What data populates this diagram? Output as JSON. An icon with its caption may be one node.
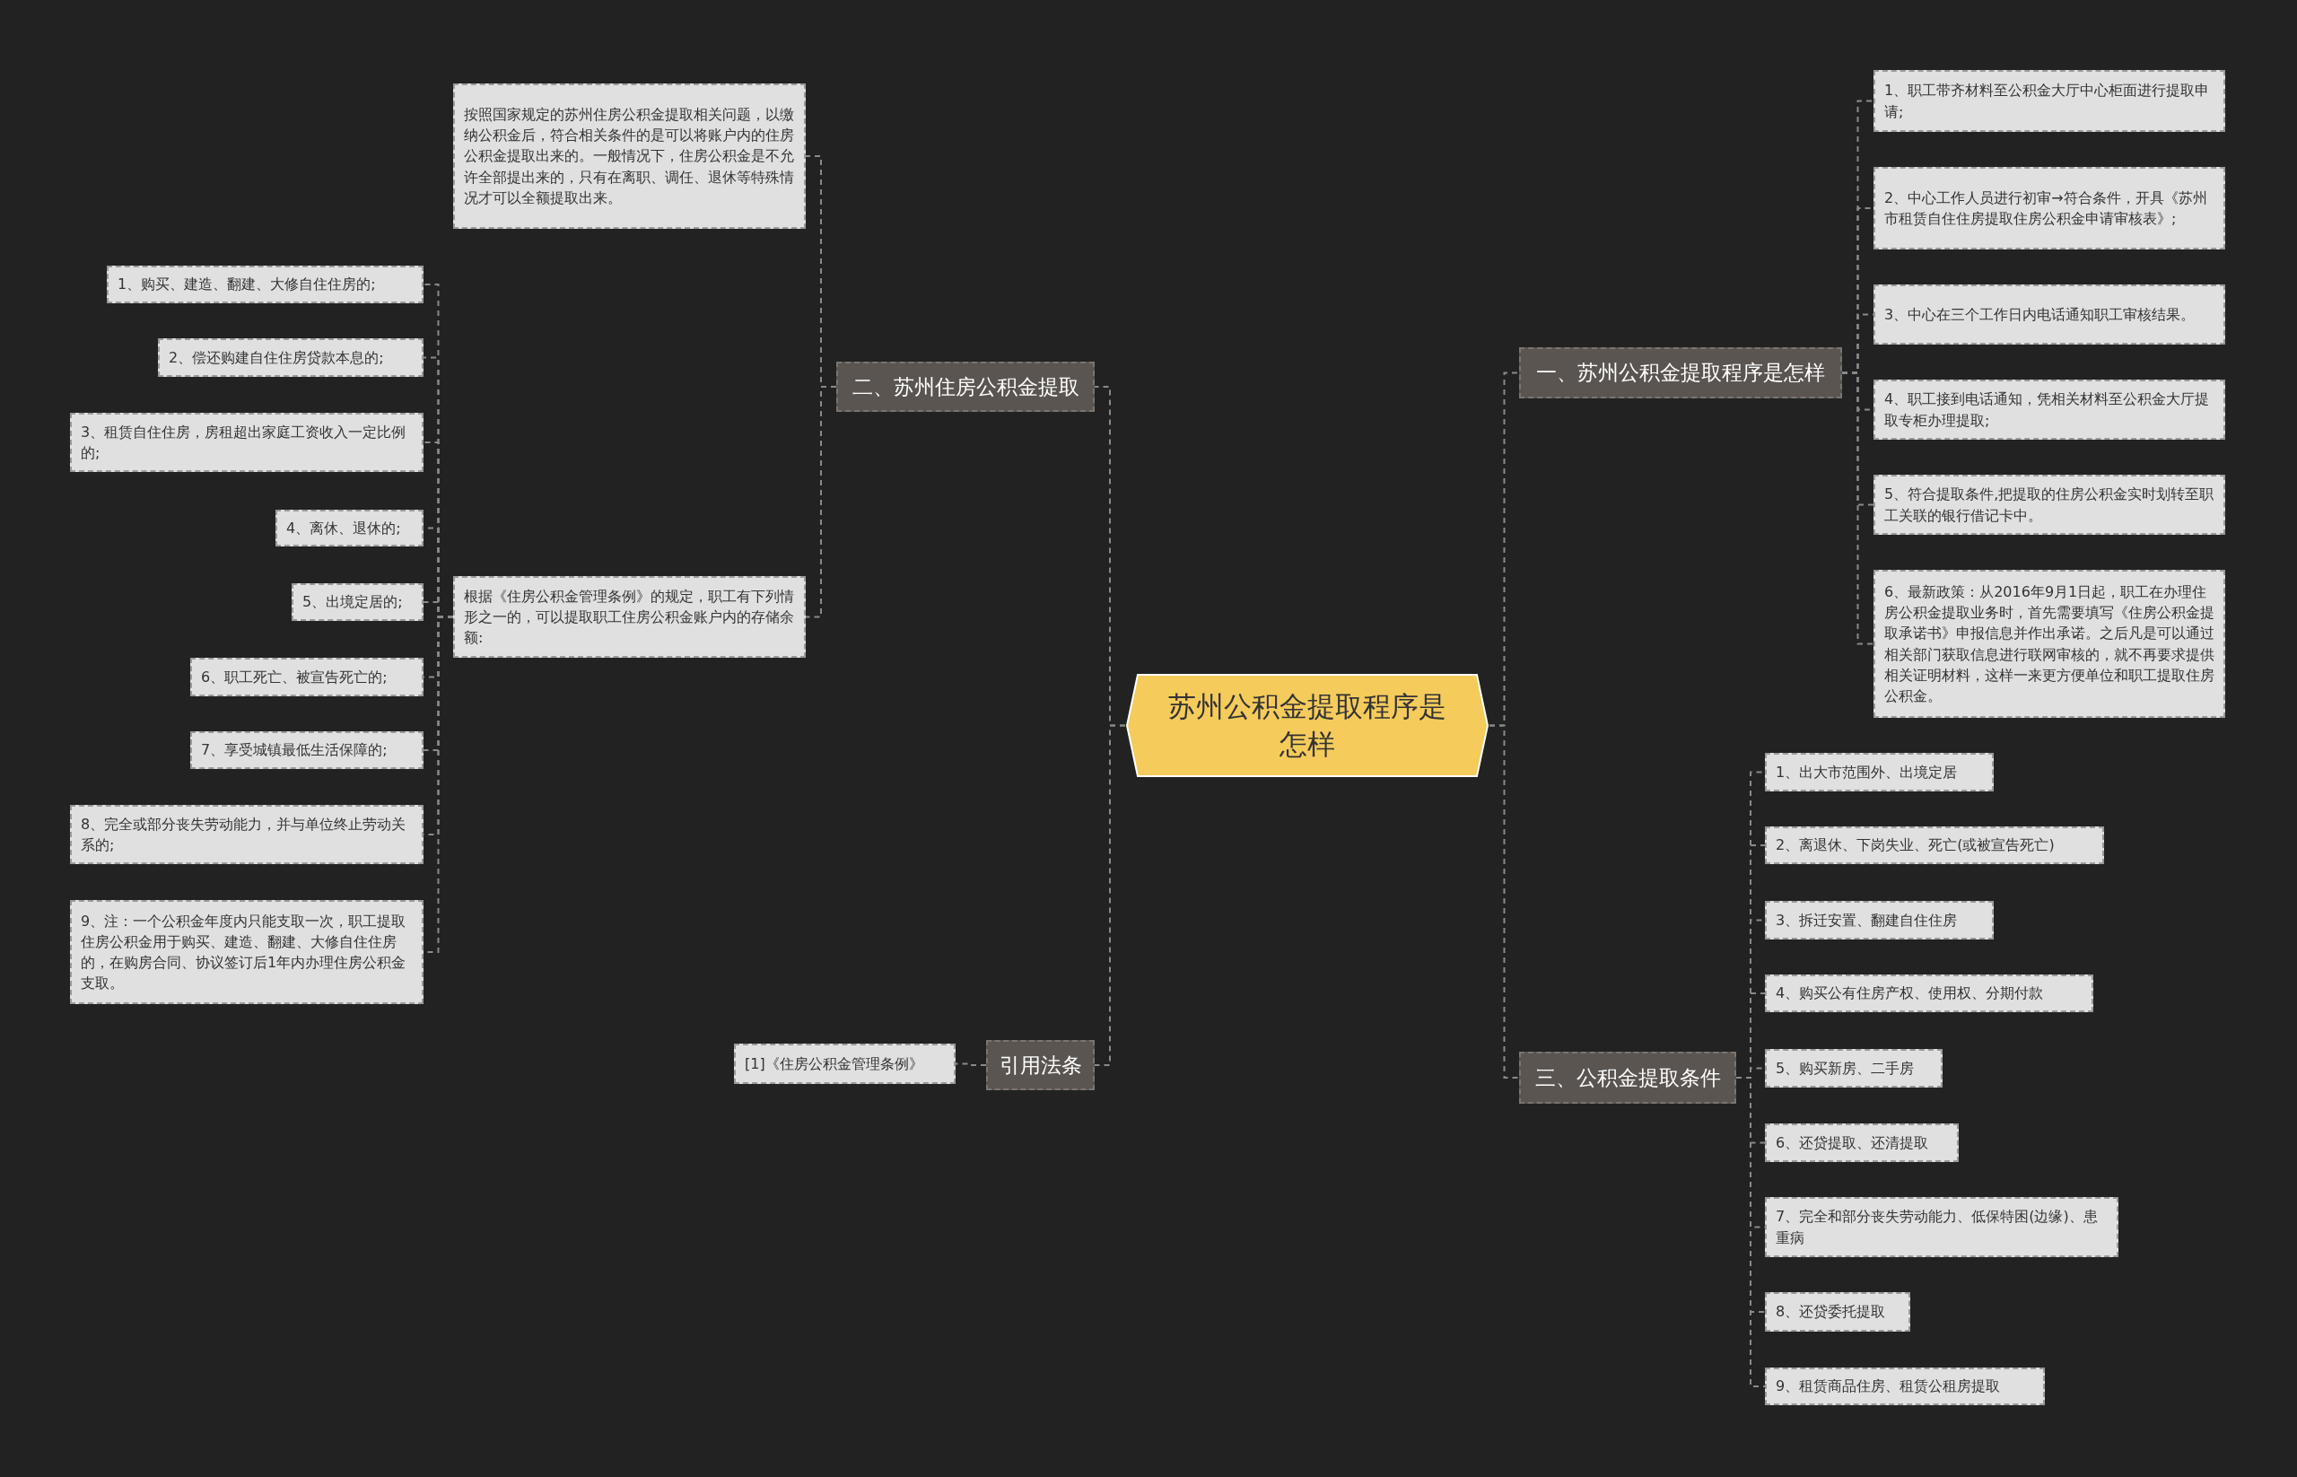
{
  "diagram": {
    "nodes": [
      {
        "text": [
          "苏州公积金提取程序是怎样"
        ]
      },
      {
        "text": [
          "一、苏州公积金提取程序是怎样"
        ]
      },
      {
        "text": [
          "1、职工带齐材料至公积金大厅中心柜面进行提取申请;"
        ]
      },
      {
        "text": [
          "2、中心工作人员进行初审→符合条件，开具《苏州市租赁自住住房提取住房公积金申请审核表》;"
        ]
      },
      {
        "text": [
          "3、中心在三个工作日内电话通知职工审核结果。"
        ]
      },
      {
        "text": [
          "4、职工接到电话通知，凭相关材料至公积金大厅提取专柜办理提取;"
        ]
      },
      {
        "text": [
          "5、符合提取条件,把提取的住房公积金实时划转至职工关联的银行借记卡中。"
        ]
      },
      {
        "text": [
          "6、最新政策：从2016年9月1日起，职工在办理住房公积金提取业务时，首先需要填写《住房公积金提取承诺书》申报信息并作出承诺。之后凡是可以通过相关部门获取信息进行联网审核的，就不再要求提供相关证明材料，这样一来更方便单位和职工提取住房公积金。"
        ]
      },
      {
        "text": [
          "三、公积金提取条件"
        ]
      },
      {
        "text": [
          "1、出大市范围外、出境定居"
        ]
      },
      {
        "text": [
          "2、离退休、下岗失业、死亡(或被宣告死亡)"
        ]
      },
      {
        "text": [
          "3、拆迁安置、翻建自住住房"
        ]
      },
      {
        "text": [
          "4、购买公有住房产权、使用权、分期付款"
        ]
      },
      {
        "text": [
          "5、购买新房、二手房"
        ]
      },
      {
        "text": [
          "6、还贷提取、还清提取"
        ]
      },
      {
        "text": [
          "7、完全和部分丧失劳动能力、低保特困(边缘)、患重病"
        ]
      },
      {
        "text": [
          "8、还贷委托提取"
        ]
      },
      {
        "text": [
          "9、租赁商品住房、租赁公租房提取"
        ]
      },
      {
        "text": [
          "二、苏州住房公积金提取"
        ]
      },
      {
        "text": [
          "按照国家规定的苏州住房公积金提取相关问题，以缴纳公积金后，符合相关条件的是可以将账户内的住房公积金提取出来的。一般情况下，住房公积金是不允许全部提出来的，只有在离职、调任、退休等特殊情况才可以全额提取出来。"
        ]
      },
      {
        "text": [
          "根据《住房公积金管理条例》的规定，职工有下列情形之一的，可以提取职工住房公积金账户内的存储余额:"
        ]
      },
      {
        "text": [
          "1、购买、建造、翻建、大修自住住房的;"
        ]
      },
      {
        "text": [
          "2、偿还购建自住住房贷款本息的;"
        ]
      },
      {
        "text": [
          "3、租赁自住住房，房租超出家庭工资收入一定比例的;"
        ]
      },
      {
        "text": [
          "4、离休、退休的;"
        ]
      },
      {
        "text": [
          "5、出境定居的;"
        ]
      },
      {
        "text": [
          "6、职工死亡、被宣告死亡的;"
        ]
      },
      {
        "text": [
          "7、享受城镇最低生活保障的;"
        ]
      },
      {
        "text": [
          "8、完全或部分丧失劳动能力，并与单位终止劳动关系的;"
        ]
      },
      {
        "text": [
          "9、注：一个公积金年度内只能支取一次，职工提取住房公积金用于购买、建造、翻建、大修自住住房的，在购房合同、协议签订后1年内办理住房公积金支取。"
        ]
      },
      {
        "text": [
          "引用法条"
        ]
      },
      {
        "text": [
          "[1]《住房公积金管理条例》"
        ]
      }
    ],
    "edges": [
      {
        "from": 0,
        "to": 1,
        "arrow": "none"
      },
      {
        "from": 0,
        "to": 8,
        "arrow": "none"
      },
      {
        "from": 0,
        "to": 18,
        "arrow": "none"
      },
      {
        "from": 0,
        "to": 30,
        "arrow": "none"
      },
      {
        "from": 1,
        "to": 2,
        "arrow": "none"
      },
      {
        "from": 1,
        "to": 3,
        "arrow": "none"
      },
      {
        "from": 1,
        "to": 4,
        "arrow": "none"
      },
      {
        "from": 1,
        "to": 5,
        "arrow": "none"
      },
      {
        "from": 1,
        "to": 6,
        "arrow": "none"
      },
      {
        "from": 1,
        "to": 7,
        "arrow": "none"
      },
      {
        "from": 8,
        "to": 9,
        "arrow": "none"
      },
      {
        "from": 8,
        "to": 10,
        "arrow": "none"
      },
      {
        "from": 8,
        "to": 11,
        "arrow": "none"
      },
      {
        "from": 8,
        "to": 12,
        "arrow": "none"
      },
      {
        "from": 8,
        "to": 13,
        "arrow": "none"
      },
      {
        "from": 8,
        "to": 14,
        "arrow": "none"
      },
      {
        "from": 8,
        "to": 15,
        "arrow": "none"
      },
      {
        "from": 8,
        "to": 16,
        "arrow": "none"
      },
      {
        "from": 8,
        "to": 17,
        "arrow": "none"
      },
      {
        "from": 18,
        "to": 19,
        "arrow": "none"
      },
      {
        "from": 18,
        "to": 20,
        "arrow": "none"
      },
      {
        "from": 20,
        "to": 21,
        "arrow": "none"
      },
      {
        "from": 20,
        "to": 22,
        "arrow": "none"
      },
      {
        "from": 20,
        "to": 23,
        "arrow": "none"
      },
      {
        "from": 20,
        "to": 24,
        "arrow": "none"
      },
      {
        "from": 20,
        "to": 25,
        "arrow": "none"
      },
      {
        "from": 20,
        "to": 26,
        "arrow": "none"
      },
      {
        "from": 20,
        "to": 27,
        "arrow": "none"
      },
      {
        "from": 20,
        "to": 28,
        "arrow": "none"
      },
      {
        "from": 20,
        "to": 29,
        "arrow": "none"
      },
      {
        "from": 30,
        "to": 31,
        "arrow": "none"
      }
    ]
  }
}
